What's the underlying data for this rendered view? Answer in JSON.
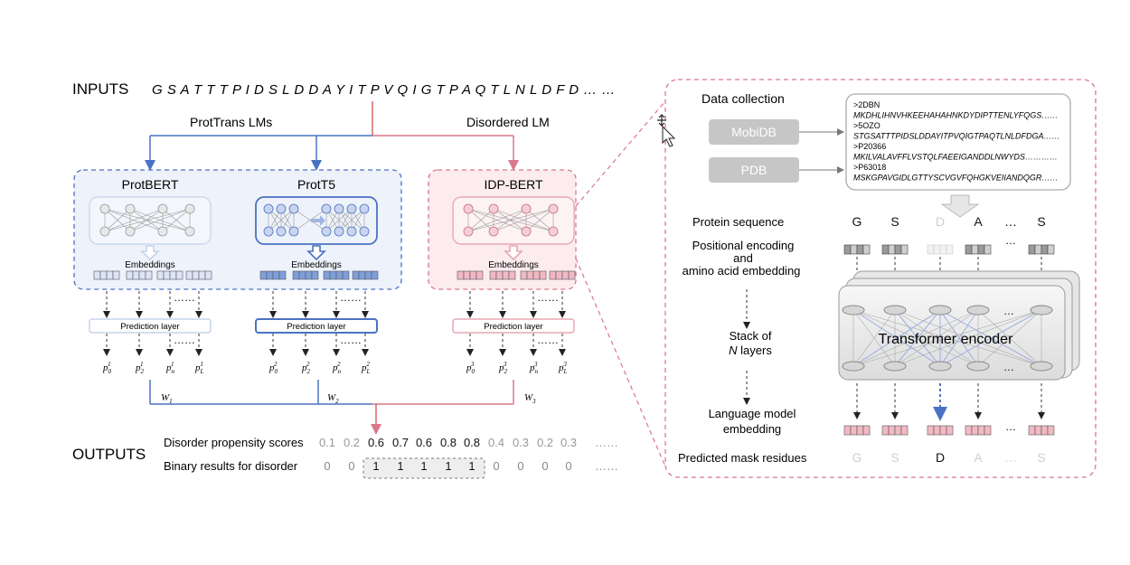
{
  "inputs": {
    "label": "INPUTS",
    "sequence": "G S A T T T P I D S L D D A Y I T P V Q I G T P A Q T L N L D F D … …"
  },
  "branches": {
    "prottrans_label": "ProtTrans LMs",
    "disordered_label": "Disordered LM"
  },
  "models": [
    {
      "name": "ProtBERT",
      "embed_label": "Embeddings",
      "pred_label": "Prediction layer",
      "outputs": [
        "p01",
        "p21",
        "pn1",
        "pL1"
      ],
      "weight": "W1"
    },
    {
      "name": "ProtT5",
      "embed_label": "Embeddings",
      "pred_label": "Prediction layer",
      "outputs": [
        "p02",
        "p22",
        "pn2",
        "pL2"
      ],
      "weight": "W2"
    },
    {
      "name": "IDP-BERT",
      "embed_label": "Embeddings",
      "pred_label": "Prediction layer",
      "outputs": [
        "p03",
        "p23",
        "pn3",
        "pL3"
      ],
      "weight": "W3"
    }
  ],
  "ellipsis": "…",
  "outputs": {
    "label": "OUTPUTS",
    "scores_label": "Disorder propensity scores",
    "scores": [
      "0.1",
      "0.2",
      "0.6",
      "0.7",
      "0.6",
      "0.8",
      "0.8",
      "0.4",
      "0.3",
      "0.2",
      "0.3",
      "……"
    ],
    "binary_label": "Binary results for disorder",
    "binary": [
      "0",
      "0",
      "1",
      "1",
      "1",
      "1",
      "1",
      "0",
      "0",
      "0",
      "0",
      "……"
    ]
  },
  "detail": {
    "data_collection": "Data collection",
    "sources": [
      "MobiDB",
      "PDB"
    ],
    "fasta": [
      ">2DBN",
      "MKDHLIHNVHKEEHAHAHNKDYDIPTTENLYFQGS……",
      ">5OZO",
      "STGSATTTPIDSLDDAYITPVQIGTPAQTLNLDFDGA……",
      ">P20366",
      "MKILVALAVFFLVSTQLFAEEIGANDDLNWYDS…………",
      ">P63018",
      "MSKGPAVGIDLGTTYSCVGVFQHGKVEIIANDQGR……"
    ],
    "protein_sequence_label": "Protein sequence",
    "protein_sequence": [
      "G",
      "S",
      "D",
      "A",
      "…",
      "S"
    ],
    "pos_enc_label": [
      "Positional encoding",
      "and",
      "amino acid embedding"
    ],
    "stack_label": [
      "Stack of",
      "N layers"
    ],
    "transformer_label": "Transformer encoder",
    "lm_embed_label": [
      "Language model",
      "embedding"
    ],
    "predicted_label": "Predicted mask residues",
    "predicted": [
      "G",
      "S",
      "D",
      "A",
      "…",
      "S"
    ]
  },
  "colors": {
    "blue": "#4a72c4",
    "pink": "#d9788a",
    "light_blue_fill": "#eef2fa",
    "light_pink_fill": "#fcecee"
  }
}
